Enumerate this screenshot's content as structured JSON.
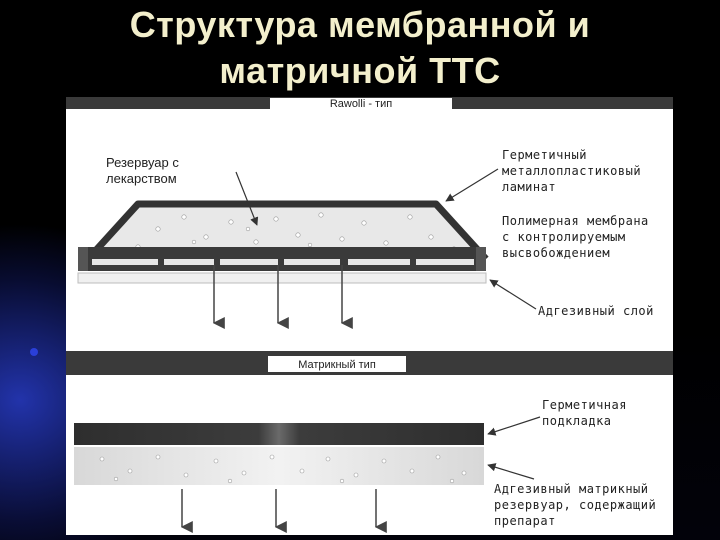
{
  "slide": {
    "title_line1": "Структура мембранной и",
    "title_line2": "матричной ТТС"
  },
  "membrane_section": {
    "header": "Rawolli - тип",
    "reservoir_label": [
      "Резервуар с",
      "лекарством"
    ],
    "laminate_label": [
      "Герметичный",
      "металлопластиковый",
      "ламинат"
    ],
    "membrane_label": [
      "Полимерная мембрана",
      "с контролируемым",
      "высвобождением"
    ],
    "adhesive_label": "Адгезивный слой"
  },
  "matrix_section": {
    "header": "Матрикный тип",
    "backing_label": [
      "Герметичная",
      "подкладка"
    ],
    "reservoir_label": [
      "Адгезивный матрикный",
      "резервуар, содержащий",
      "препарат"
    ]
  },
  "colors": {
    "title": "#f3efcc",
    "background": "#000000",
    "accent_glow": "#2840c8",
    "backing_dark": "#3a3a3a",
    "figure_bg": "#ffffff"
  }
}
